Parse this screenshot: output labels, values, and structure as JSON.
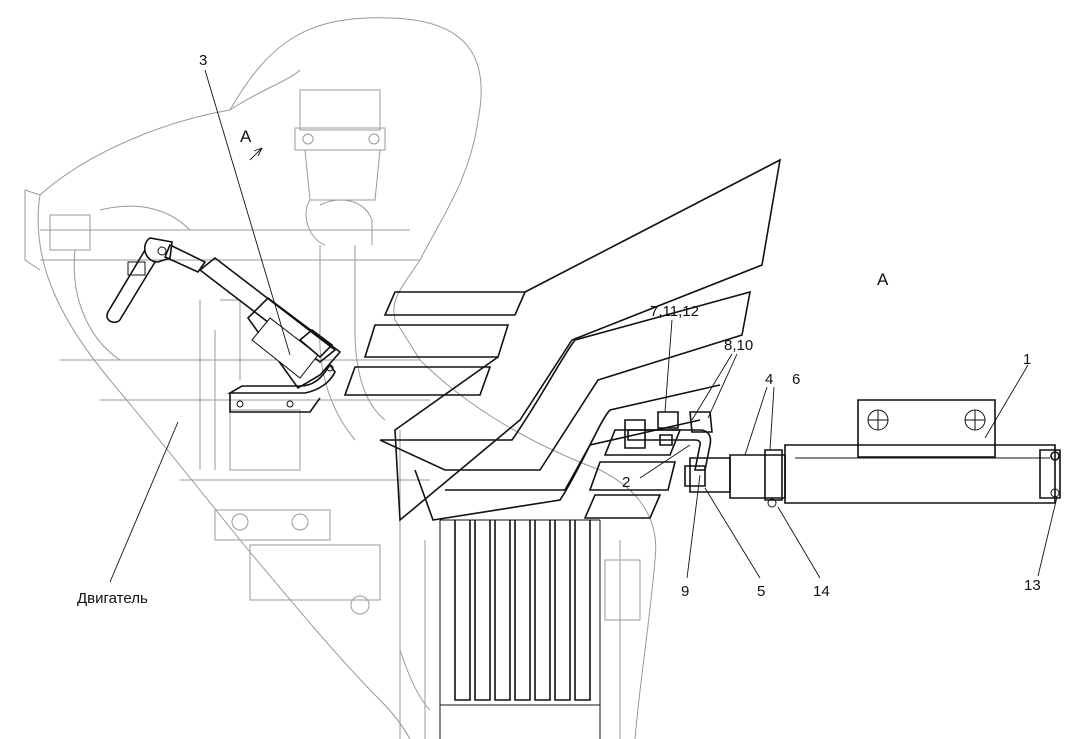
{
  "view_marker": "A",
  "view_title": "А",
  "engine_label": "Двигатель",
  "callouts": {
    "c1": "1",
    "c2": "2",
    "c3": "3",
    "c4": "4",
    "c5": "5",
    "c6": "6",
    "c7_11_12": "7,11,12",
    "c8_10": "8,10",
    "c9": "9",
    "c13": "13",
    "c14": "14"
  }
}
